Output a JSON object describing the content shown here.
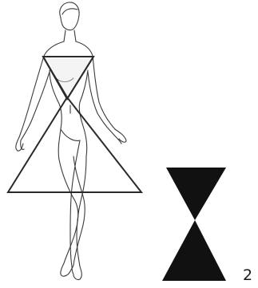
{
  "figure": {
    "panel_number": "2",
    "colors": {
      "background": "#ffffff",
      "outline": "#3a3a3a",
      "triangle_stroke": "#2a2a2a",
      "hourglass_fill": "#111111"
    },
    "icons": {
      "body_outline": "female-figure-outline",
      "overlay": "overlapping-triangles",
      "symbol": "hourglass-icon"
    }
  }
}
